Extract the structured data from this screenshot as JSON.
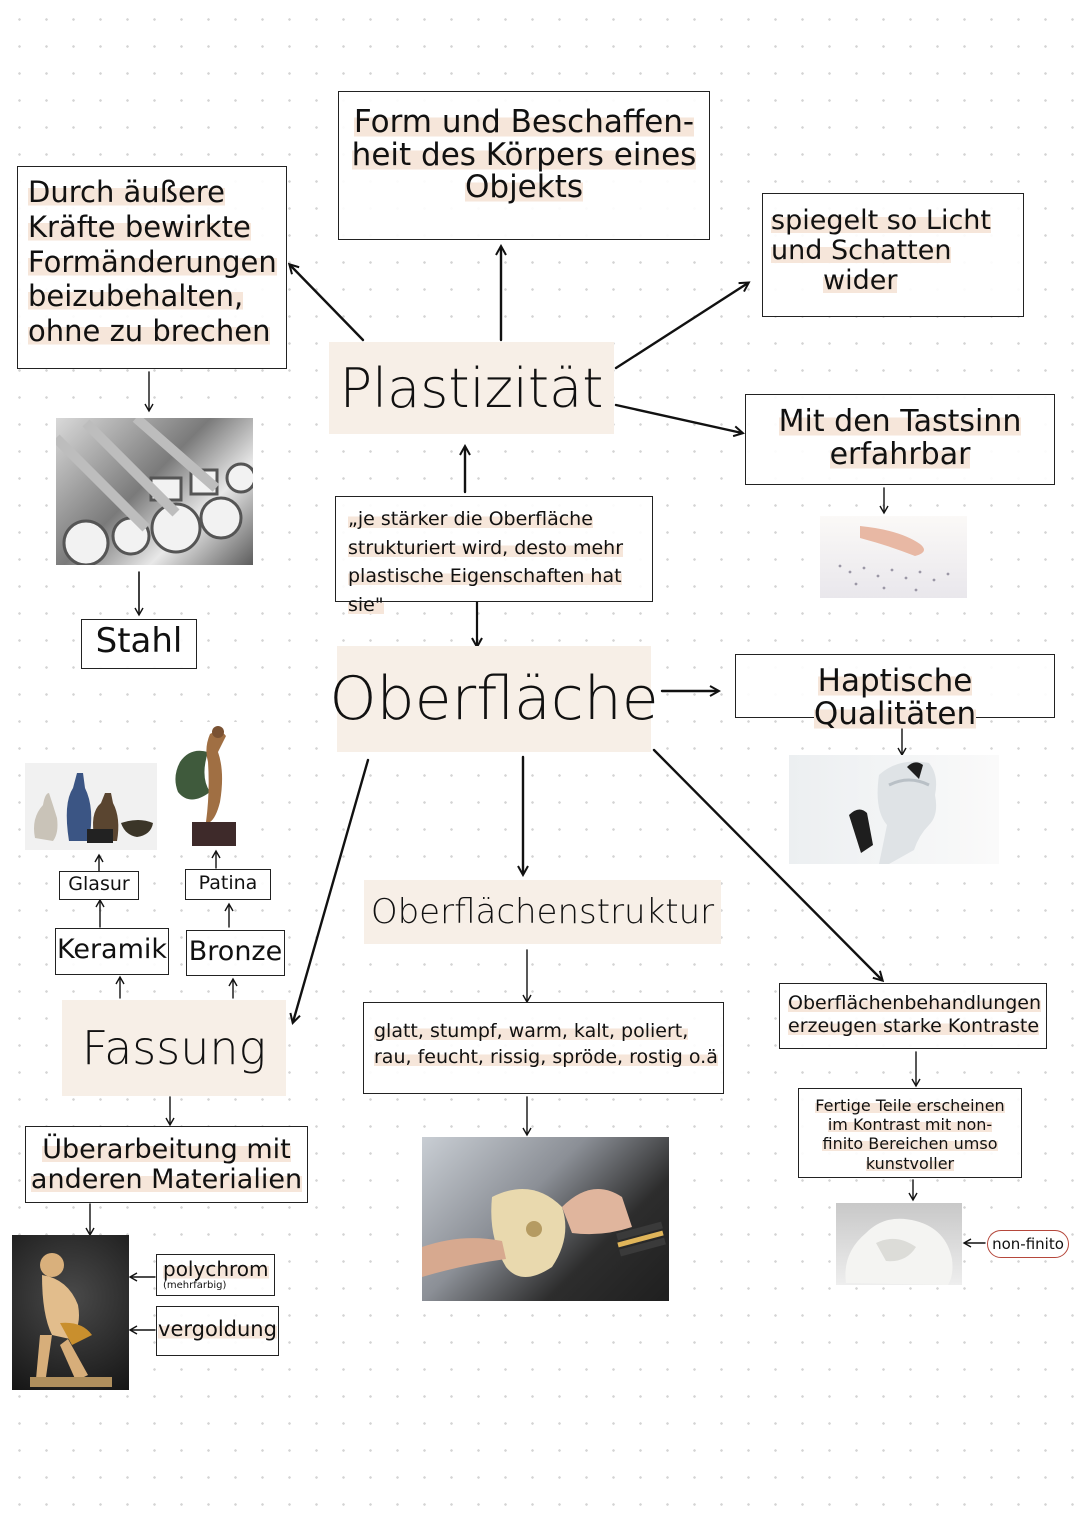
{
  "nodes": {
    "form": [
      "Form und Beschaffen-",
      "heit des Körpers eines",
      "Objekts"
    ],
    "kraefte": [
      "Durch äußere",
      "Kräfte bewirkte",
      "Formänderungen",
      "beizubehalten,",
      "ohne zu brechen"
    ],
    "licht": [
      "spiegelt so Licht",
      "und Schatten",
      "wider"
    ],
    "plastizitaet": "Plastizität",
    "tastsinn": [
      "Mit den Tastsinn",
      "erfahrbar"
    ],
    "zitat": [
      "„je stärker die Oberfläche",
      "strukturiert wird, desto mehr",
      "plastische Eigenschaften hat sie\""
    ],
    "stahl": "Stahl",
    "oberflaeche": "Oberfläche",
    "haptisch": "Haptische Qualitäten",
    "glasur": "Glasur",
    "patina": "Patina",
    "keramik": "Keramik",
    "bronze": "Bronze",
    "oberflaechenstruktur": "Oberflächenstruktur",
    "fassung": "Fassung",
    "adjektive": [
      "glatt, stumpf, warm, kalt, poliert,",
      "rau, feucht, rissig, spröde, rostig o.ä"
    ],
    "behandlung": [
      "Oberflächenbehandlungen",
      "erzeugen starke Kontraste"
    ],
    "ueberarbeitung": [
      "Überarbeitung mit",
      "anderen Materialien"
    ],
    "fertig": [
      "Fertige Teile erscheinen",
      "im Kontrast mit non-",
      "finito Bereichen umso",
      "kunstvoller"
    ],
    "nonfinito": "non-finito",
    "polychrom": "polychrom",
    "polychrom_sub": "(mehrfarbig)",
    "vergoldung": "vergoldung"
  },
  "colors": {
    "highlight": "#f6e6da",
    "ink": "#111111",
    "nonfinito_border": "#b5473b"
  },
  "icons": {
    "steel": "steel-pipes-photo",
    "braille": "braille-finger-photo",
    "ceramics": "ceramic-vases-photo",
    "statue": "bronze-statue-photo",
    "nefertiti": "nefertiti-bust-photo",
    "hands": "hands-holding-skull-photo",
    "marble": "non-finito-marble-photo",
    "sculpture": "polychrome-sculpture-photo"
  }
}
